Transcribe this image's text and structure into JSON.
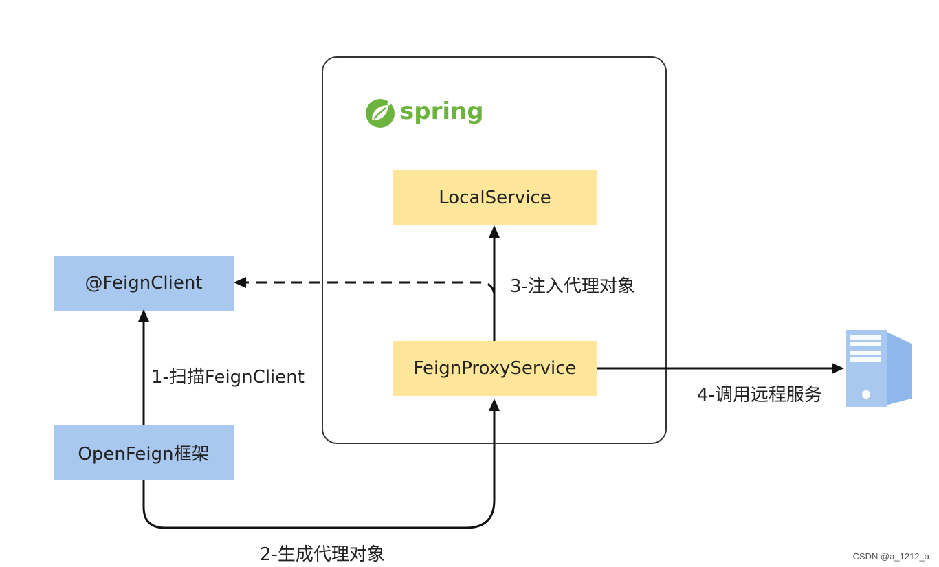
{
  "container": {
    "logo_text": "spring"
  },
  "boxes": {
    "local_service": "LocalService",
    "feign_proxy_service": "FeignProxyService",
    "feign_client": "@FeignClient",
    "openfeign": "OpenFeign框架"
  },
  "labels": {
    "step1": "1-扫描FeignClient",
    "step2": "2-生成代理对象",
    "step3": "3-注入代理对象",
    "step4": "4-调用远程服务"
  },
  "watermark": "CSDN @a_1212_a",
  "colors": {
    "yellow_box": "#ffe69a",
    "blue_box": "#a9c8ef",
    "spring_green": "#6db33f",
    "server_blue": "#a9c8ef"
  },
  "icons": [
    "spring-leaf-icon",
    "server-icon"
  ]
}
